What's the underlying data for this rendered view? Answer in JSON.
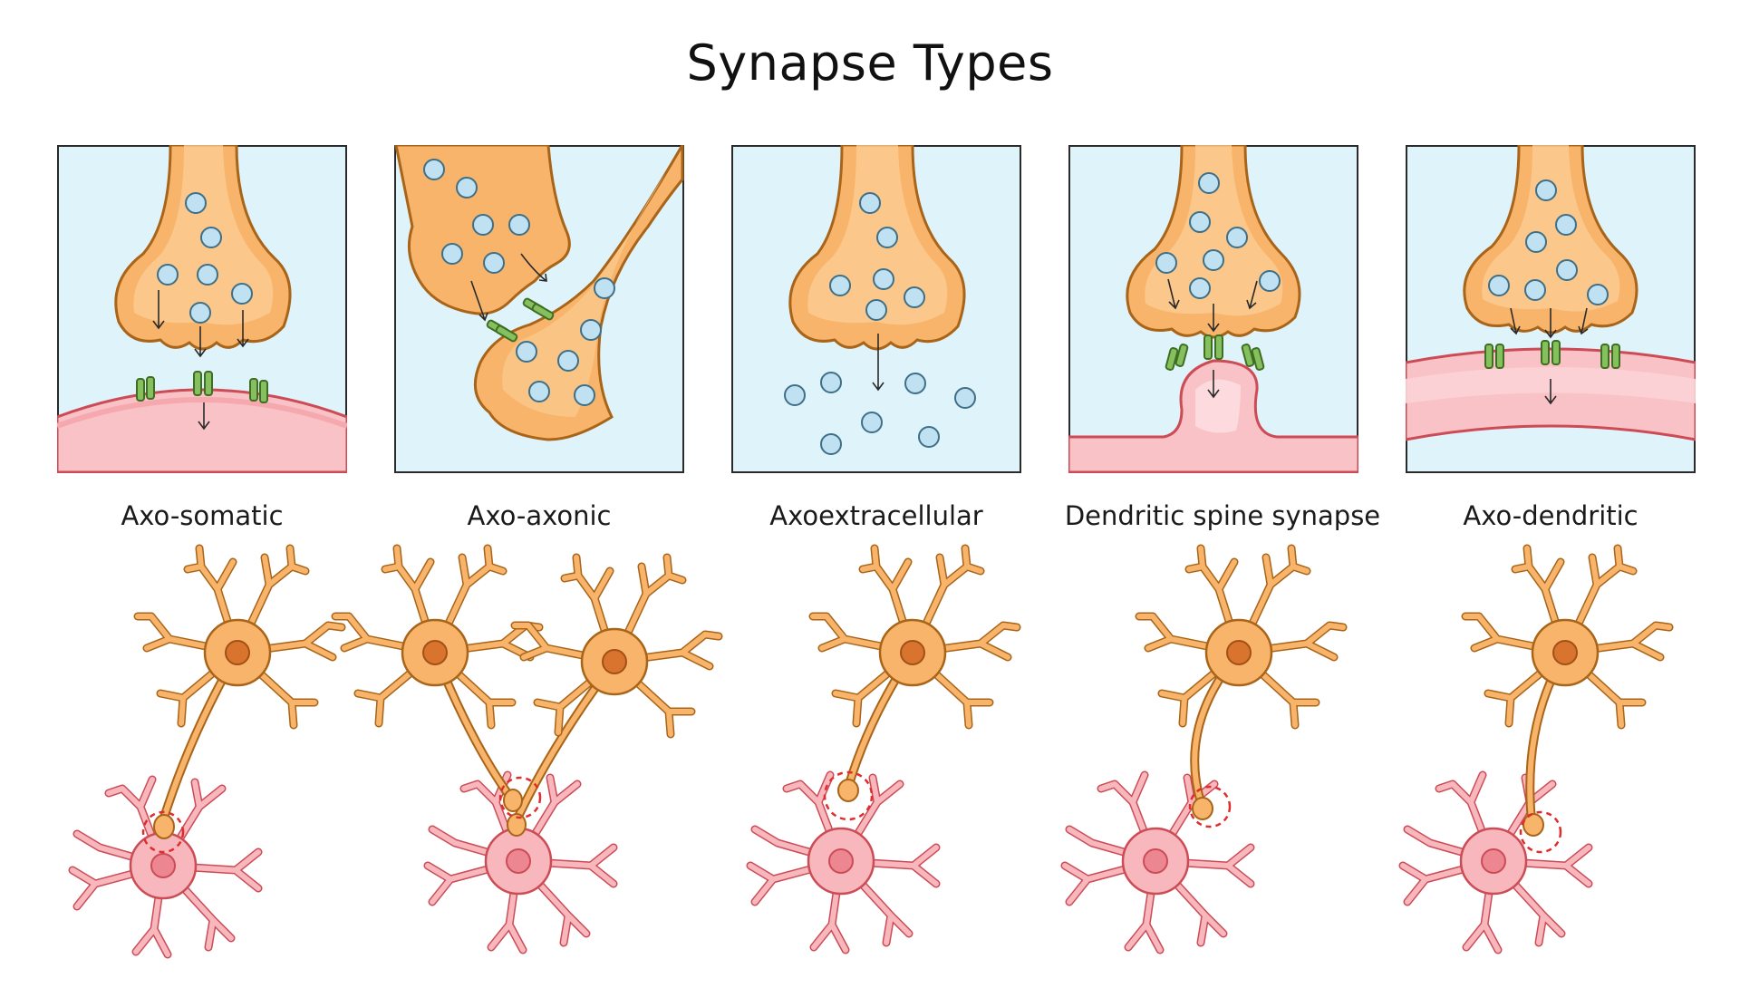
{
  "title": "Synapse Types",
  "colors": {
    "background": "#ffffff",
    "panel_fill": "#dff3fb",
    "axon_fill": "#f7b46a",
    "axon_inner": "#fccf98",
    "axon_stroke": "#a86418",
    "vesicle_fill": "#bfe1f1",
    "vesicle_stroke": "#3f6f86",
    "receptor_fill": "#86c05e",
    "receptor_stroke": "#3e6e21",
    "membrane_fill": "#f9c2c6",
    "membrane_stroke": "#cc4b55",
    "presyn_neuron": "#f7b46a",
    "postsyn_neuron": "#f7b7bd",
    "nucleus_pre": "#d8742e",
    "nucleus_post": "#ec8791",
    "highlight_ring": "#e02c2c"
  },
  "panels": [
    {
      "key": "axo_somatic",
      "label": "Axo-somatic"
    },
    {
      "key": "axo_axonic",
      "label": "Axo-axonic"
    },
    {
      "key": "axoextracellular",
      "label": "Axoextracellular"
    },
    {
      "key": "dendritic_spine",
      "label": "Dendritic spine synapse"
    },
    {
      "key": "axo_dendritic",
      "label": "Axo-dendritic"
    }
  ]
}
